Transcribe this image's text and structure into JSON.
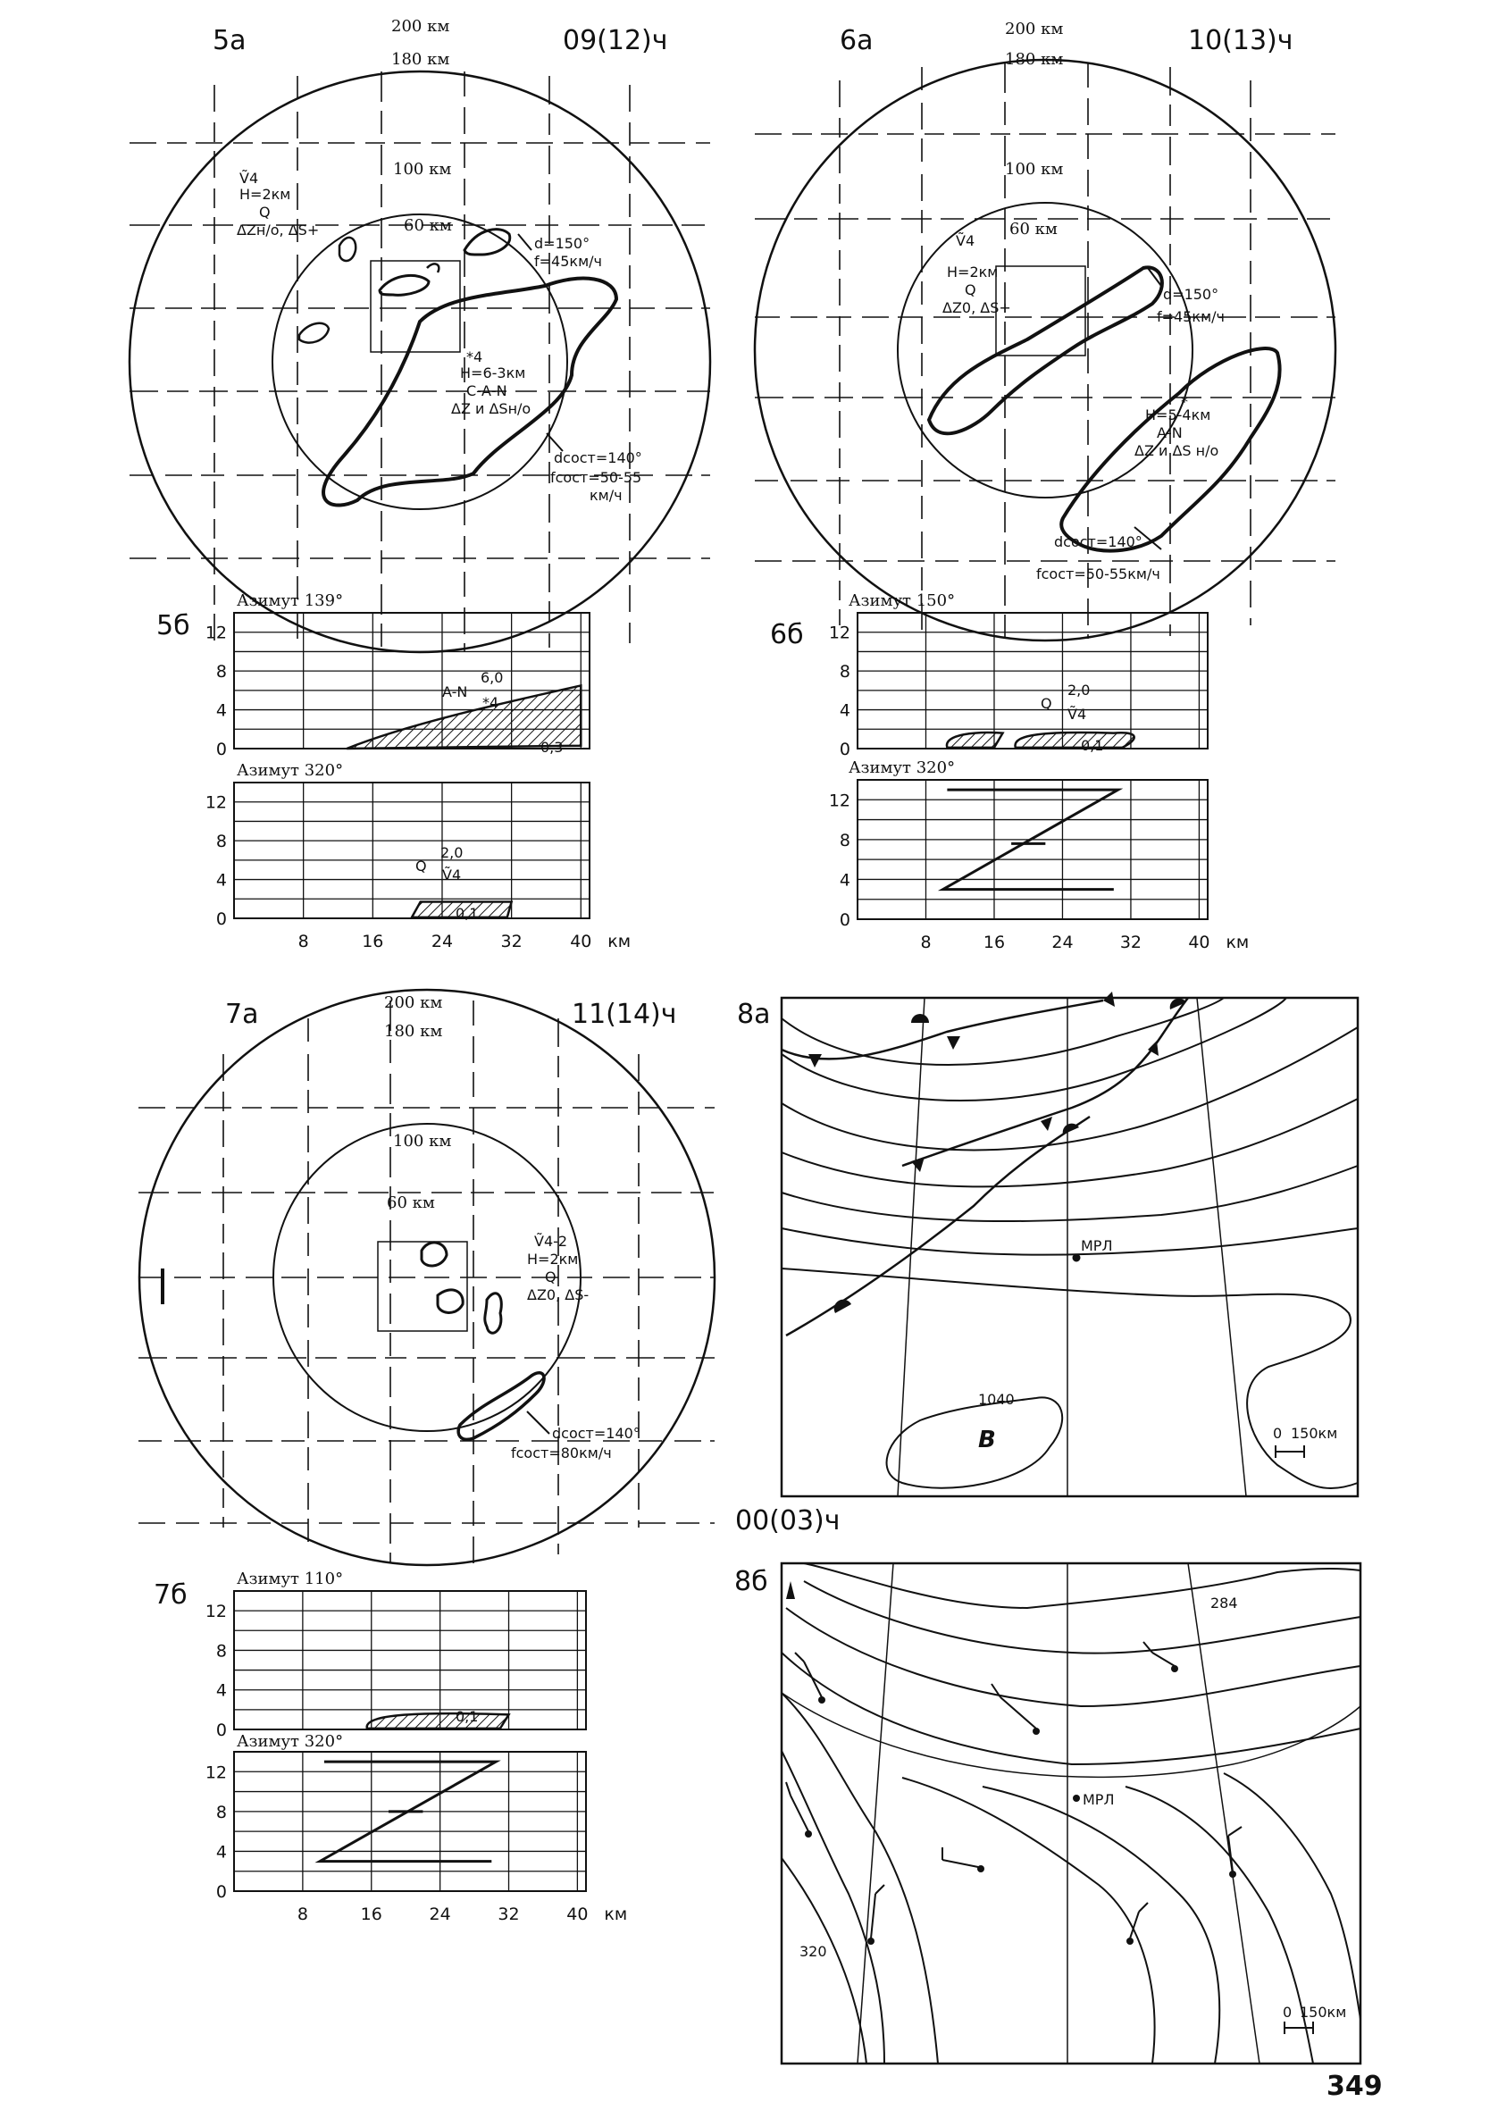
{
  "page_number": "349",
  "colors": {
    "ink": "#111111",
    "paper": "#ffffff"
  },
  "panel_5a": {
    "label": "5а",
    "time": "09(12)ч",
    "ring_200": "200 км",
    "ring_180": "180 км",
    "ring_100": "100 км",
    "ring_60": "60 км",
    "n1": [
      "Ṽ4",
      "Н=2км",
      "Q",
      "ΔZн/о, ΔS+"
    ],
    "n2": [
      "d=150°",
      "f=45км/ч"
    ],
    "n3": [
      "*4",
      "Н=6-3км",
      "С-А-N",
      "ΔZ и ΔSн/о"
    ],
    "n4": [
      "dсост=140°",
      "fсост=50-55",
      "км/ч"
    ]
  },
  "panel_6a": {
    "label": "6а",
    "time": "10(13)ч",
    "ring_200": "200 км",
    "ring_180": "180 км",
    "ring_100": "100 км",
    "ring_60": "60 км",
    "n1": [
      "Ṽ4",
      "Н=2км",
      "Q",
      "ΔZ0, ΔS+"
    ],
    "n2": [
      "d=150°",
      "f=45км/ч"
    ],
    "n3": [
      "*",
      "Н=5-4км",
      "А-N",
      "ΔZ и ΔS н/о"
    ],
    "n4": [
      "dсост=140°",
      "fсост=50-55км/ч"
    ]
  },
  "panel_7a": {
    "label": "7а",
    "time": "11(14)ч",
    "ring_200": "200 км",
    "ring_180": "180 км",
    "ring_100": "100 км",
    "ring_60": "60 км",
    "n1": [
      "Ṽ4-2",
      "Н=2км",
      "Q",
      "ΔZ0, ΔS-"
    ],
    "n2": [
      "dсост=140°",
      "fсост=80км/ч"
    ]
  },
  "panel_5b": {
    "label": "5б",
    "upper": {
      "title": "Азимут 139°",
      "note": [
        "A-N",
        "6,0",
        "*4",
        "0,3"
      ]
    },
    "lower": {
      "title": "Азимут 320°",
      "note": [
        "Q",
        "2,0",
        "Ṽ4",
        "0,1"
      ]
    },
    "y_ticks": [
      "12",
      "8",
      "4",
      "0"
    ],
    "x_ticks": [
      "8",
      "16",
      "24",
      "32",
      "40",
      "км"
    ]
  },
  "panel_6b": {
    "label": "6б",
    "upper": {
      "title": "Азимут 150°",
      "note": [
        "Q",
        "2,0",
        "Ṽ4",
        "0,1"
      ]
    },
    "lower": {
      "title": "Азимут 320°"
    },
    "y_ticks": [
      "12",
      "8",
      "4",
      "0"
    ],
    "x_ticks": [
      "8",
      "16",
      "24",
      "32",
      "40",
      "км"
    ]
  },
  "panel_7b": {
    "label": "7б",
    "upper": {
      "title": "Азимут 110°",
      "note": [
        "0,1"
      ]
    },
    "lower": {
      "title": "Азимут 320°"
    },
    "y_ticks": [
      "12",
      "8",
      "4",
      "0"
    ],
    "x_ticks": [
      "8",
      "16",
      "24",
      "32",
      "40",
      "км"
    ]
  },
  "panel_8a": {
    "label": "8а",
    "mrl": "МРЛ",
    "isobar": "1040",
    "high": "В",
    "scale": [
      "0",
      "150км"
    ]
  },
  "panel_8b": {
    "label": "8б",
    "time": "00(03)ч",
    "mrl": "МРЛ",
    "iso_top": "284",
    "iso_left": "320",
    "scale": [
      "0",
      "150км"
    ]
  }
}
